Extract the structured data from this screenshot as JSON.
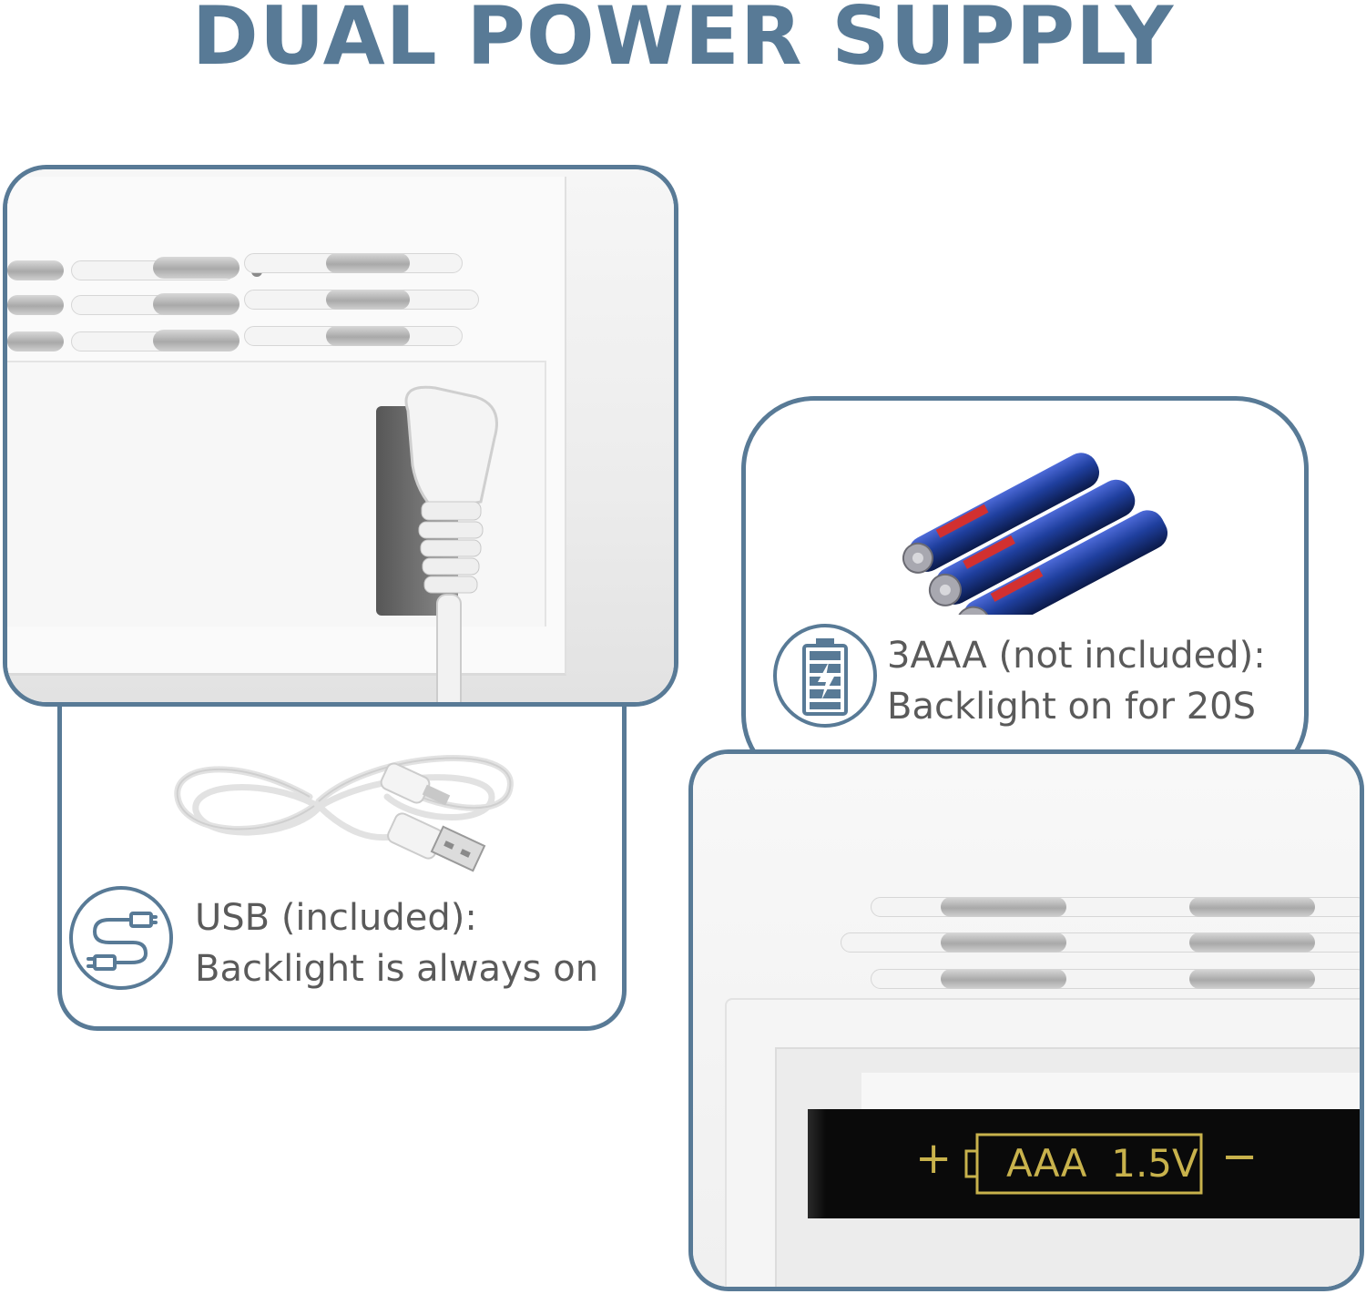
{
  "title": "DUAL POWER SUPPLY",
  "colors": {
    "title": "#587a96",
    "frame": "#587a96",
    "caption_text": "#5a5a5a",
    "label_gold": "#c8b24c",
    "battery_blue": "#1f3f9e"
  },
  "usb": {
    "icon": "usb-cable-icon",
    "line1": "USB (included):",
    "line2": "Backlight is always on"
  },
  "battery": {
    "icon": "battery-charging-icon",
    "line1": "3AAA (not included):",
    "line2": "Backlight on for 20S"
  },
  "compartment": {
    "plus": "+",
    "label": "AAA  1.5V",
    "minus": "−"
  }
}
